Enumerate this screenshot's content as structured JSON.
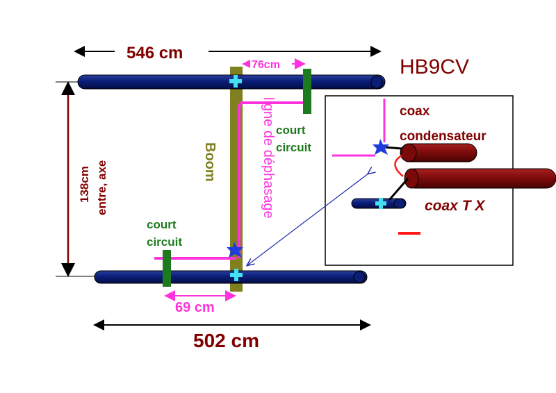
{
  "title": "HB9CV",
  "dims": {
    "top": "546 cm",
    "bottom": "502 cm",
    "spacing_top": "76cm",
    "spacing_bottom": "69 cm",
    "vertical_1": "138cm",
    "vertical_2": "entre, axe"
  },
  "labels": {
    "boom": "Boom",
    "phasing_line": "ligne de déphasage",
    "short_circuit_top_1": "court",
    "short_circuit_top_2": "circuit",
    "short_circuit_bottom_1": "court",
    "short_circuit_bottom_2": "circuit"
  },
  "inset": {
    "coax": "coax",
    "capacitor": "condensateur",
    "coax_tx": "coax T X"
  },
  "colors": {
    "element": "#0a1e78",
    "boom": "#808020",
    "phasing": "#ff33dd",
    "short": "#1e7a1e",
    "dark_red": "#800000",
    "coax_pipe": "#8b0c0c",
    "star": "#1e3cdd",
    "cross": "#44e0f0",
    "arrow": "#1a2aa8",
    "green_text": "#1e7a1e"
  }
}
